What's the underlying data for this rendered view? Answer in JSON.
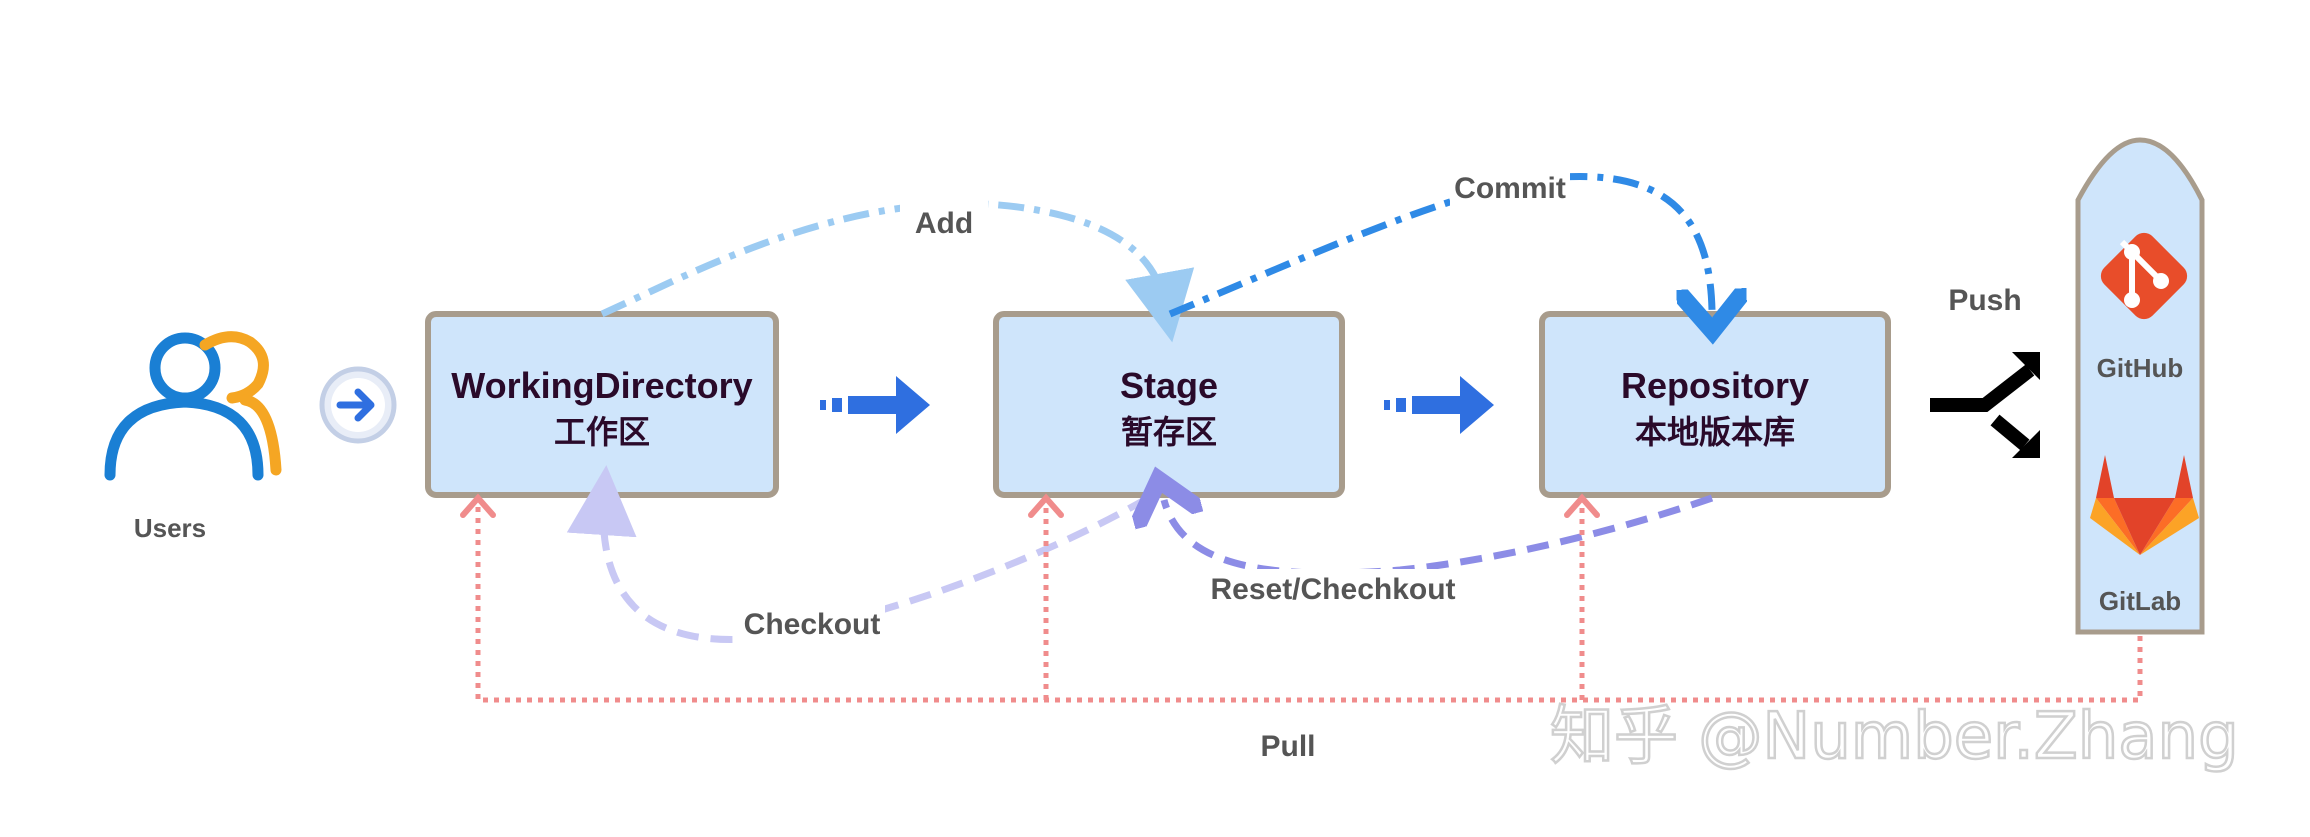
{
  "users": {
    "label": "Users"
  },
  "boxes": {
    "working": {
      "title": "WorkingDirectory",
      "subtitle": "工作区"
    },
    "stage": {
      "title": "Stage",
      "subtitle": "暂存区"
    },
    "repo": {
      "title": "Repository",
      "subtitle": "本地版本库"
    }
  },
  "edges": {
    "add": "Add",
    "commit": "Commit",
    "checkout": "Checkout",
    "reset": "Reset/Chechkout",
    "push": "Push",
    "pull": "Pull"
  },
  "remote": {
    "github": "GitHub",
    "gitlab": "GitLab"
  },
  "watermark": "知乎 @Number.Zhang",
  "colors": {
    "box_fill": "#cfe5fb",
    "box_border": "#a89c8c",
    "arrow_blue": "#2f6fe0",
    "add_line": "#9ccbf2",
    "commit_line": "#2f8ae6",
    "checkout_line": "#c8c8f4",
    "reset_line": "#8c8ce6",
    "pull_line": "#f08c8c",
    "github_orange": "#e84d2a",
    "users_blue": "#1a7fd4",
    "users_orange": "#f5a623"
  }
}
